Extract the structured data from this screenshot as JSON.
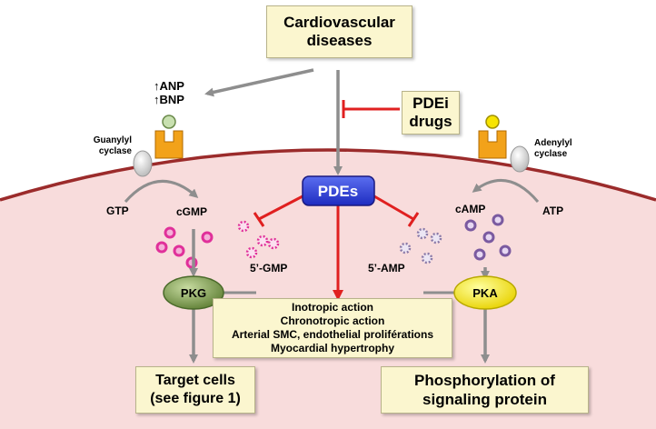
{
  "top_box": {
    "line1": "Cardiovascular",
    "line2": "diseases"
  },
  "pdei_box": {
    "line1": "PDEi",
    "line2": "drugs"
  },
  "anp": "↑ANP",
  "bnp": "↑BNP",
  "guanylyl": {
    "line1": "Guanylyl",
    "line2": "cyclase"
  },
  "adenylyl": {
    "line1": "Adenylyl",
    "line2": "cyclase"
  },
  "gtp": "GTP",
  "cgmp": "cGMP",
  "gmp5": "5’-GMP",
  "atp": "ATP",
  "camp": "cAMP",
  "amp5": "5’-AMP",
  "pdes": "PDEs",
  "pkg": "PKG",
  "pka": "PKA",
  "center_box": {
    "lines": [
      "Inotropic action",
      "Chronotropic action",
      "Arterial SMC, endothelial proliférations",
      "Myocardial hypertrophy"
    ]
  },
  "target_box": {
    "line1": "Target cells",
    "line2": "(see figure 1)"
  },
  "phospho_box": {
    "line1": "Phosphorylation of",
    "line2": "signaling protein"
  },
  "colors": {
    "membrane": "#9b2b2b",
    "cell": "#f8dcdc",
    "inhibit": "#e02020",
    "pdes": "#2a39d8",
    "pkg": "#7a9a4a",
    "pka": "#f4e400",
    "cgmp_dot": "#e0309a",
    "camp_dot": "#9a7ab8",
    "receptor": "#f2a21a"
  }
}
